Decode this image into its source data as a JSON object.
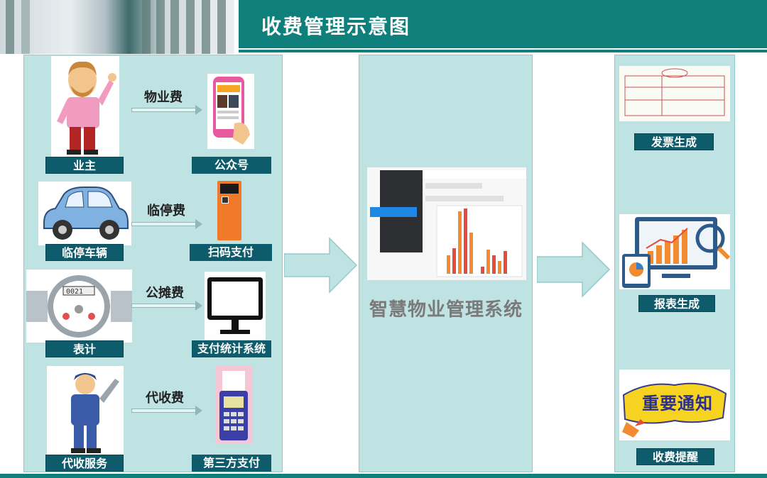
{
  "header": {
    "title": "收费管理示意图"
  },
  "left": {
    "rows": [
      {
        "source": "业主",
        "fee": "物业费",
        "channel": "公众号"
      },
      {
        "source": "临停车辆",
        "fee": "临停费",
        "channel": "扫码支付"
      },
      {
        "source": "表计",
        "fee": "公摊费",
        "channel": "支付统计系统"
      },
      {
        "source": "代收服务",
        "fee": "代收费",
        "channel": "第三方支付"
      }
    ]
  },
  "center": {
    "system_label": "智慧物业管理系统"
  },
  "right": {
    "outputs": [
      {
        "label": "发票生成"
      },
      {
        "label": "报表生成"
      },
      {
        "label": "收费提醒",
        "image_text": "重要通知"
      }
    ]
  },
  "colors": {
    "teal": "#0f7f7c",
    "panel": "#bfe2e2",
    "label_bg": "#0d5b6b"
  }
}
